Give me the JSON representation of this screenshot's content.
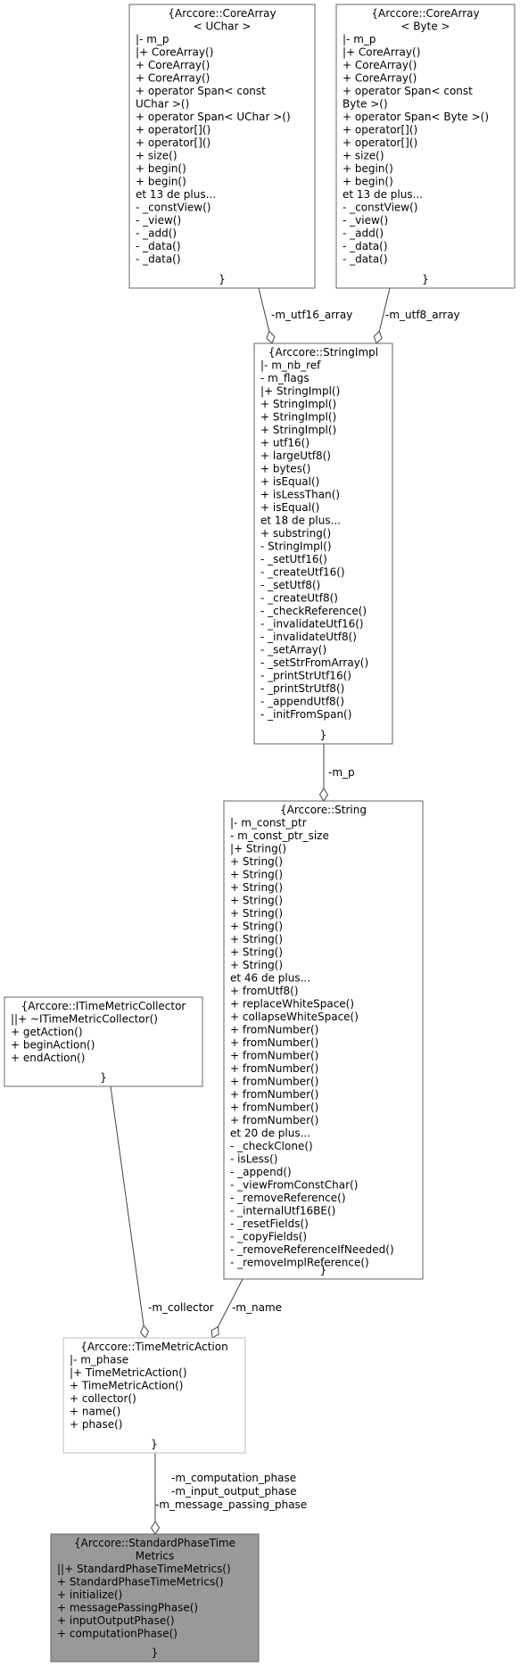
{
  "nodes": [
    {
      "id": "corearray-uchar",
      "title": [
        "{Arccore::CoreArray",
        "< UChar >"
      ],
      "members": [
        "|- m_p",
        "|+ CoreArray()",
        "+ CoreArray()",
        "+ CoreArray()",
        "+ operator Span< const",
        " UChar >()",
        "+ operator Span< UChar >()",
        "+ operator[]()",
        "+ operator[]()",
        "+ size()",
        "+ begin()",
        "+ begin()",
        "et 13 de plus...",
        "- _constView()",
        "- _view()",
        "- _add()",
        "- _data()",
        "- _data()"
      ],
      "close": "}",
      "fill": "#ffffff",
      "stroke": "#666666"
    },
    {
      "id": "corearray-byte",
      "title": [
        "{Arccore::CoreArray",
        "< Byte >"
      ],
      "members": [
        "|- m_p",
        "|+ CoreArray()",
        "+ CoreArray()",
        "+ CoreArray()",
        "+ operator Span< const",
        " Byte >()",
        "+ operator Span< Byte >()",
        "+ operator[]()",
        "+ operator[]()",
        "+ size()",
        "+ begin()",
        "+ begin()",
        "et 13 de plus...",
        "- _constView()",
        "- _view()",
        "- _add()",
        "- _data()",
        "- _data()"
      ],
      "close": "}",
      "fill": "#ffffff",
      "stroke": "#666666"
    },
    {
      "id": "stringimpl",
      "title": [
        "{Arccore::StringImpl"
      ],
      "members": [
        "|- m_nb_ref",
        "- m_flags",
        "|+ StringImpl()",
        "+ StringImpl()",
        "+ StringImpl()",
        "+ StringImpl()",
        "+ utf16()",
        "+ largeUtf8()",
        "+ bytes()",
        "+ isEqual()",
        "+ isLessThan()",
        "+ isEqual()",
        "et 18 de plus...",
        "+ substring()",
        "- StringImpl()",
        "- _setUtf16()",
        "- _createUtf16()",
        "- _setUtf8()",
        "- _createUtf8()",
        "- _checkReference()",
        "- _invalidateUtf16()",
        "- _invalidateUtf8()",
        "- _setArray()",
        "- _setStrFromArray()",
        "- _printStrUtf16()",
        "- _printStrUtf8()",
        "- _appendUtf8()",
        "- _initFromSpan()"
      ],
      "close": "}",
      "fill": "#ffffff",
      "stroke": "#666666"
    },
    {
      "id": "string",
      "title": [
        "{Arccore::String"
      ],
      "members": [
        "|- m_const_ptr",
        "- m_const_ptr_size",
        "|+ String()",
        "+ String()",
        "+ String()",
        "+ String()",
        "+ String()",
        "+ String()",
        "+ String()",
        "+ String()",
        "+ String()",
        "+ String()",
        "et 46 de plus...",
        "+ fromUtf8()",
        "+ replaceWhiteSpace()",
        "+ collapseWhiteSpace()",
        "+ fromNumber()",
        "+ fromNumber()",
        "+ fromNumber()",
        "+ fromNumber()",
        "+ fromNumber()",
        "+ fromNumber()",
        "+ fromNumber()",
        "+ fromNumber()",
        "et 20 de plus...",
        "- _checkClone()",
        "- isLess()",
        "- _append()",
        "- _viewFromConstChar()",
        "- _removeReference()",
        "- _internalUtf16BE()",
        "- _resetFields()",
        "- _copyFields()",
        "- _removeReferenceIfNeeded()",
        "- _removeImplReference()"
      ],
      "close": "}",
      "fill": "#ffffff",
      "stroke": "#666666"
    },
    {
      "id": "itimemetriccollector",
      "title": [
        "{Arccore::ITimeMetricCollector"
      ],
      "members": [
        "||+ ~ITimeMetricCollector()",
        "+ getAction()",
        "+ beginAction()",
        "+ endAction()"
      ],
      "close": "}",
      "fill": "#ffffff",
      "stroke": "#666666"
    },
    {
      "id": "timemetricaction",
      "title": [
        "{Arccore::TimeMetricAction"
      ],
      "members": [
        "|- m_phase",
        "|+ TimeMetricAction()",
        "+ TimeMetricAction()",
        "+ collector()",
        "+ name()",
        "+ phase()"
      ],
      "close": "}",
      "fill": "#ffffff",
      "stroke": "#bfbfbf"
    },
    {
      "id": "standardphasetimemetrics",
      "title": [
        "{Arccore::StandardPhaseTime",
        "Metrics"
      ],
      "members": [
        "||+ StandardPhaseTimeMetrics()",
        "+ StandardPhaseTimeMetrics()",
        "+ initialize()",
        "+ messagePassingPhase()",
        "+ inputOutputPhase()",
        "+ computationPhase()"
      ],
      "close": "}",
      "fill": "#999999",
      "stroke": "#666666"
    }
  ],
  "edges": [
    {
      "id": "utf16",
      "from": "corearray-uchar",
      "to": "stringimpl",
      "labels": [
        "-m_utf16_array"
      ]
    },
    {
      "id": "utf8",
      "from": "corearray-byte",
      "to": "stringimpl",
      "labels": [
        "-m_utf8_array"
      ]
    },
    {
      "id": "mp",
      "from": "stringimpl",
      "to": "string",
      "labels": [
        "-m_p"
      ]
    },
    {
      "id": "collector",
      "from": "itimemetriccollector",
      "to": "timemetricaction",
      "labels": [
        "-m_collector"
      ]
    },
    {
      "id": "name",
      "from": "string",
      "to": "timemetricaction",
      "labels": [
        "-m_name"
      ]
    },
    {
      "id": "phases",
      "from": "timemetricaction",
      "to": "standardphasetimemetrics",
      "labels": [
        "-m_computation_phase",
        "-m_input_output_phase",
        "-m_message_passing_phase"
      ]
    }
  ]
}
